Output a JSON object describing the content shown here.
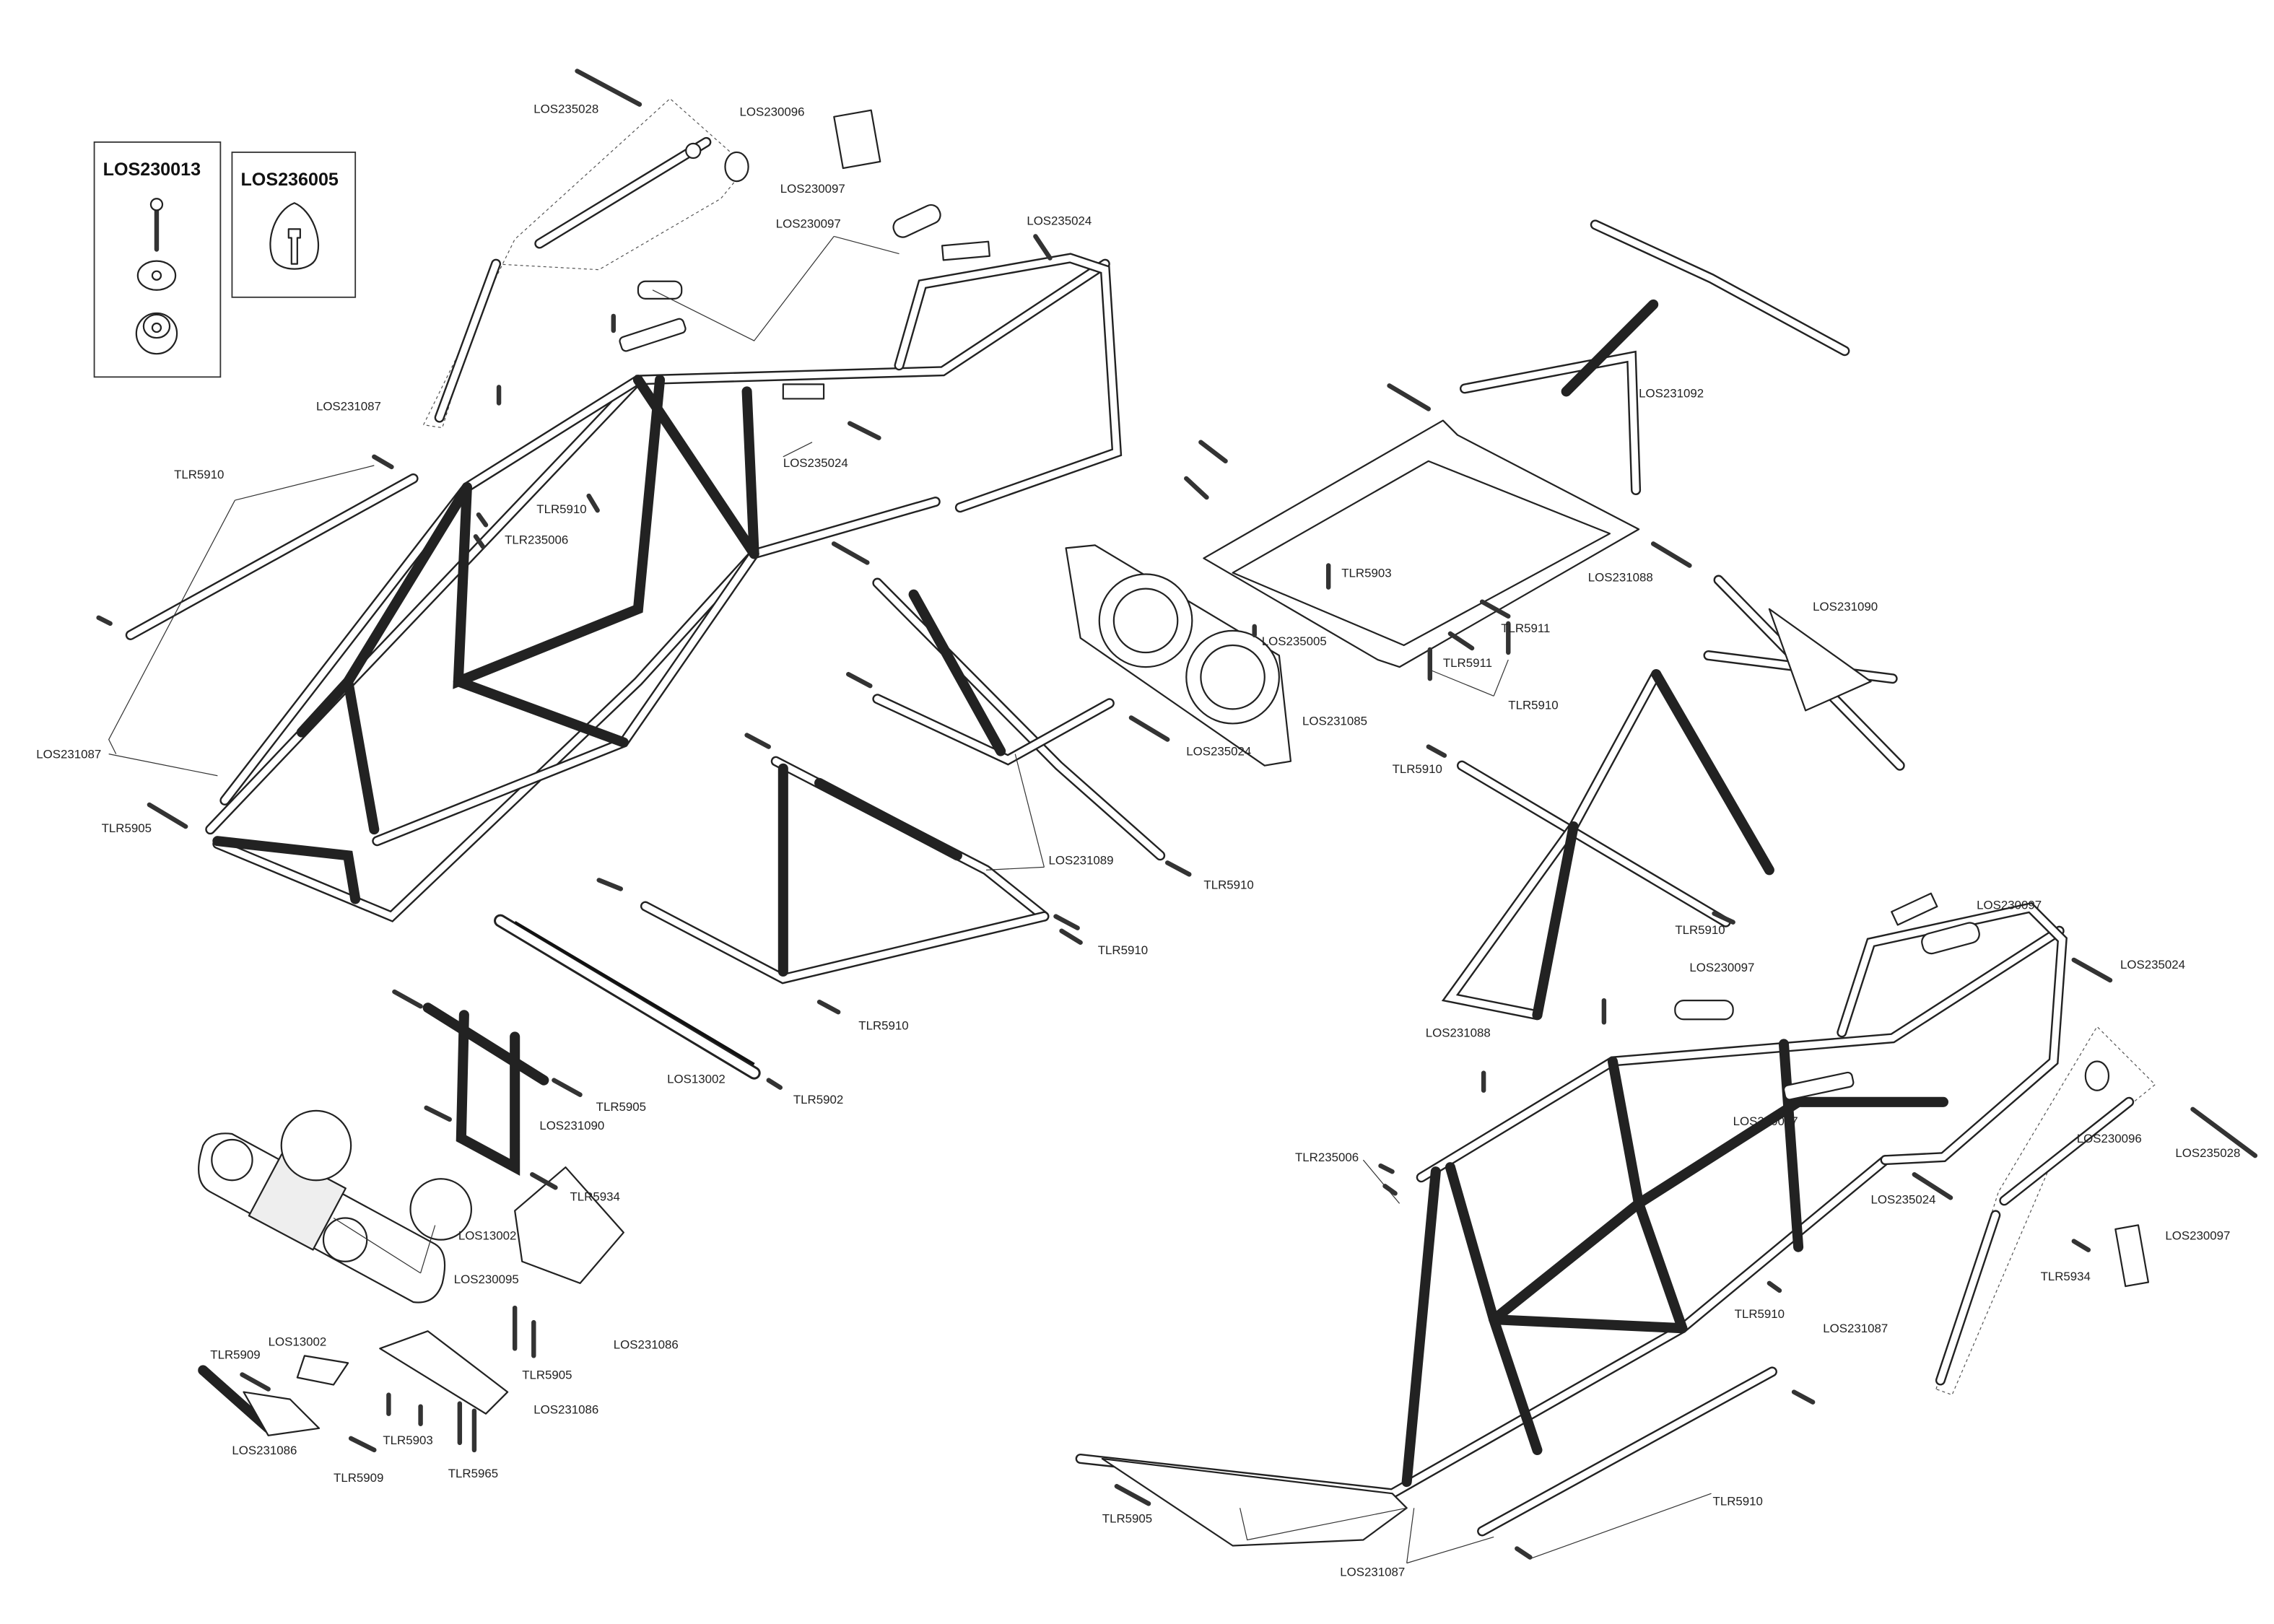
{
  "kit_boxes": [
    {
      "title": "LOS230013"
    },
    {
      "title": "LOS236005"
    }
  ],
  "labels": [
    "LOS235028",
    "LOS230096",
    "LOS230097",
    "LOS230097",
    "LOS235024",
    "LOS231087",
    "TLR5910",
    "TLR5910",
    "TLR235006",
    "LOS235024",
    "LOS231092",
    "TLR5903",
    "LOS231088",
    "LOS231090",
    "LOS235005",
    "TLR5911",
    "TLR5911",
    "TLR5910",
    "LOS231085",
    "LOS235024",
    "TLR5910",
    "LOS231087",
    "TLR5905",
    "LOS231089",
    "TLR5910",
    "TLR5910",
    "TLR5910",
    "LOS230097",
    "LOS235024",
    "LOS230097",
    "LOS231088",
    "TLR5910",
    "LOS13002",
    "TLR5902",
    "TLR5905",
    "LOS231090",
    "LOS230097",
    "LOS230096",
    "LOS235028",
    "TLR235006",
    "TLR5934",
    "LOS13002",
    "LOS235024",
    "LOS230095",
    "LOS230097",
    "TLR5934",
    "TLR5910",
    "LOS231087",
    "TLR5909",
    "LOS13002",
    "LOS231086",
    "TLR5905",
    "LOS231086",
    "TLR5903",
    "LOS231086",
    "TLR5909",
    "TLR5965",
    "TLR5905",
    "TLR5910",
    "LOS231087"
  ]
}
